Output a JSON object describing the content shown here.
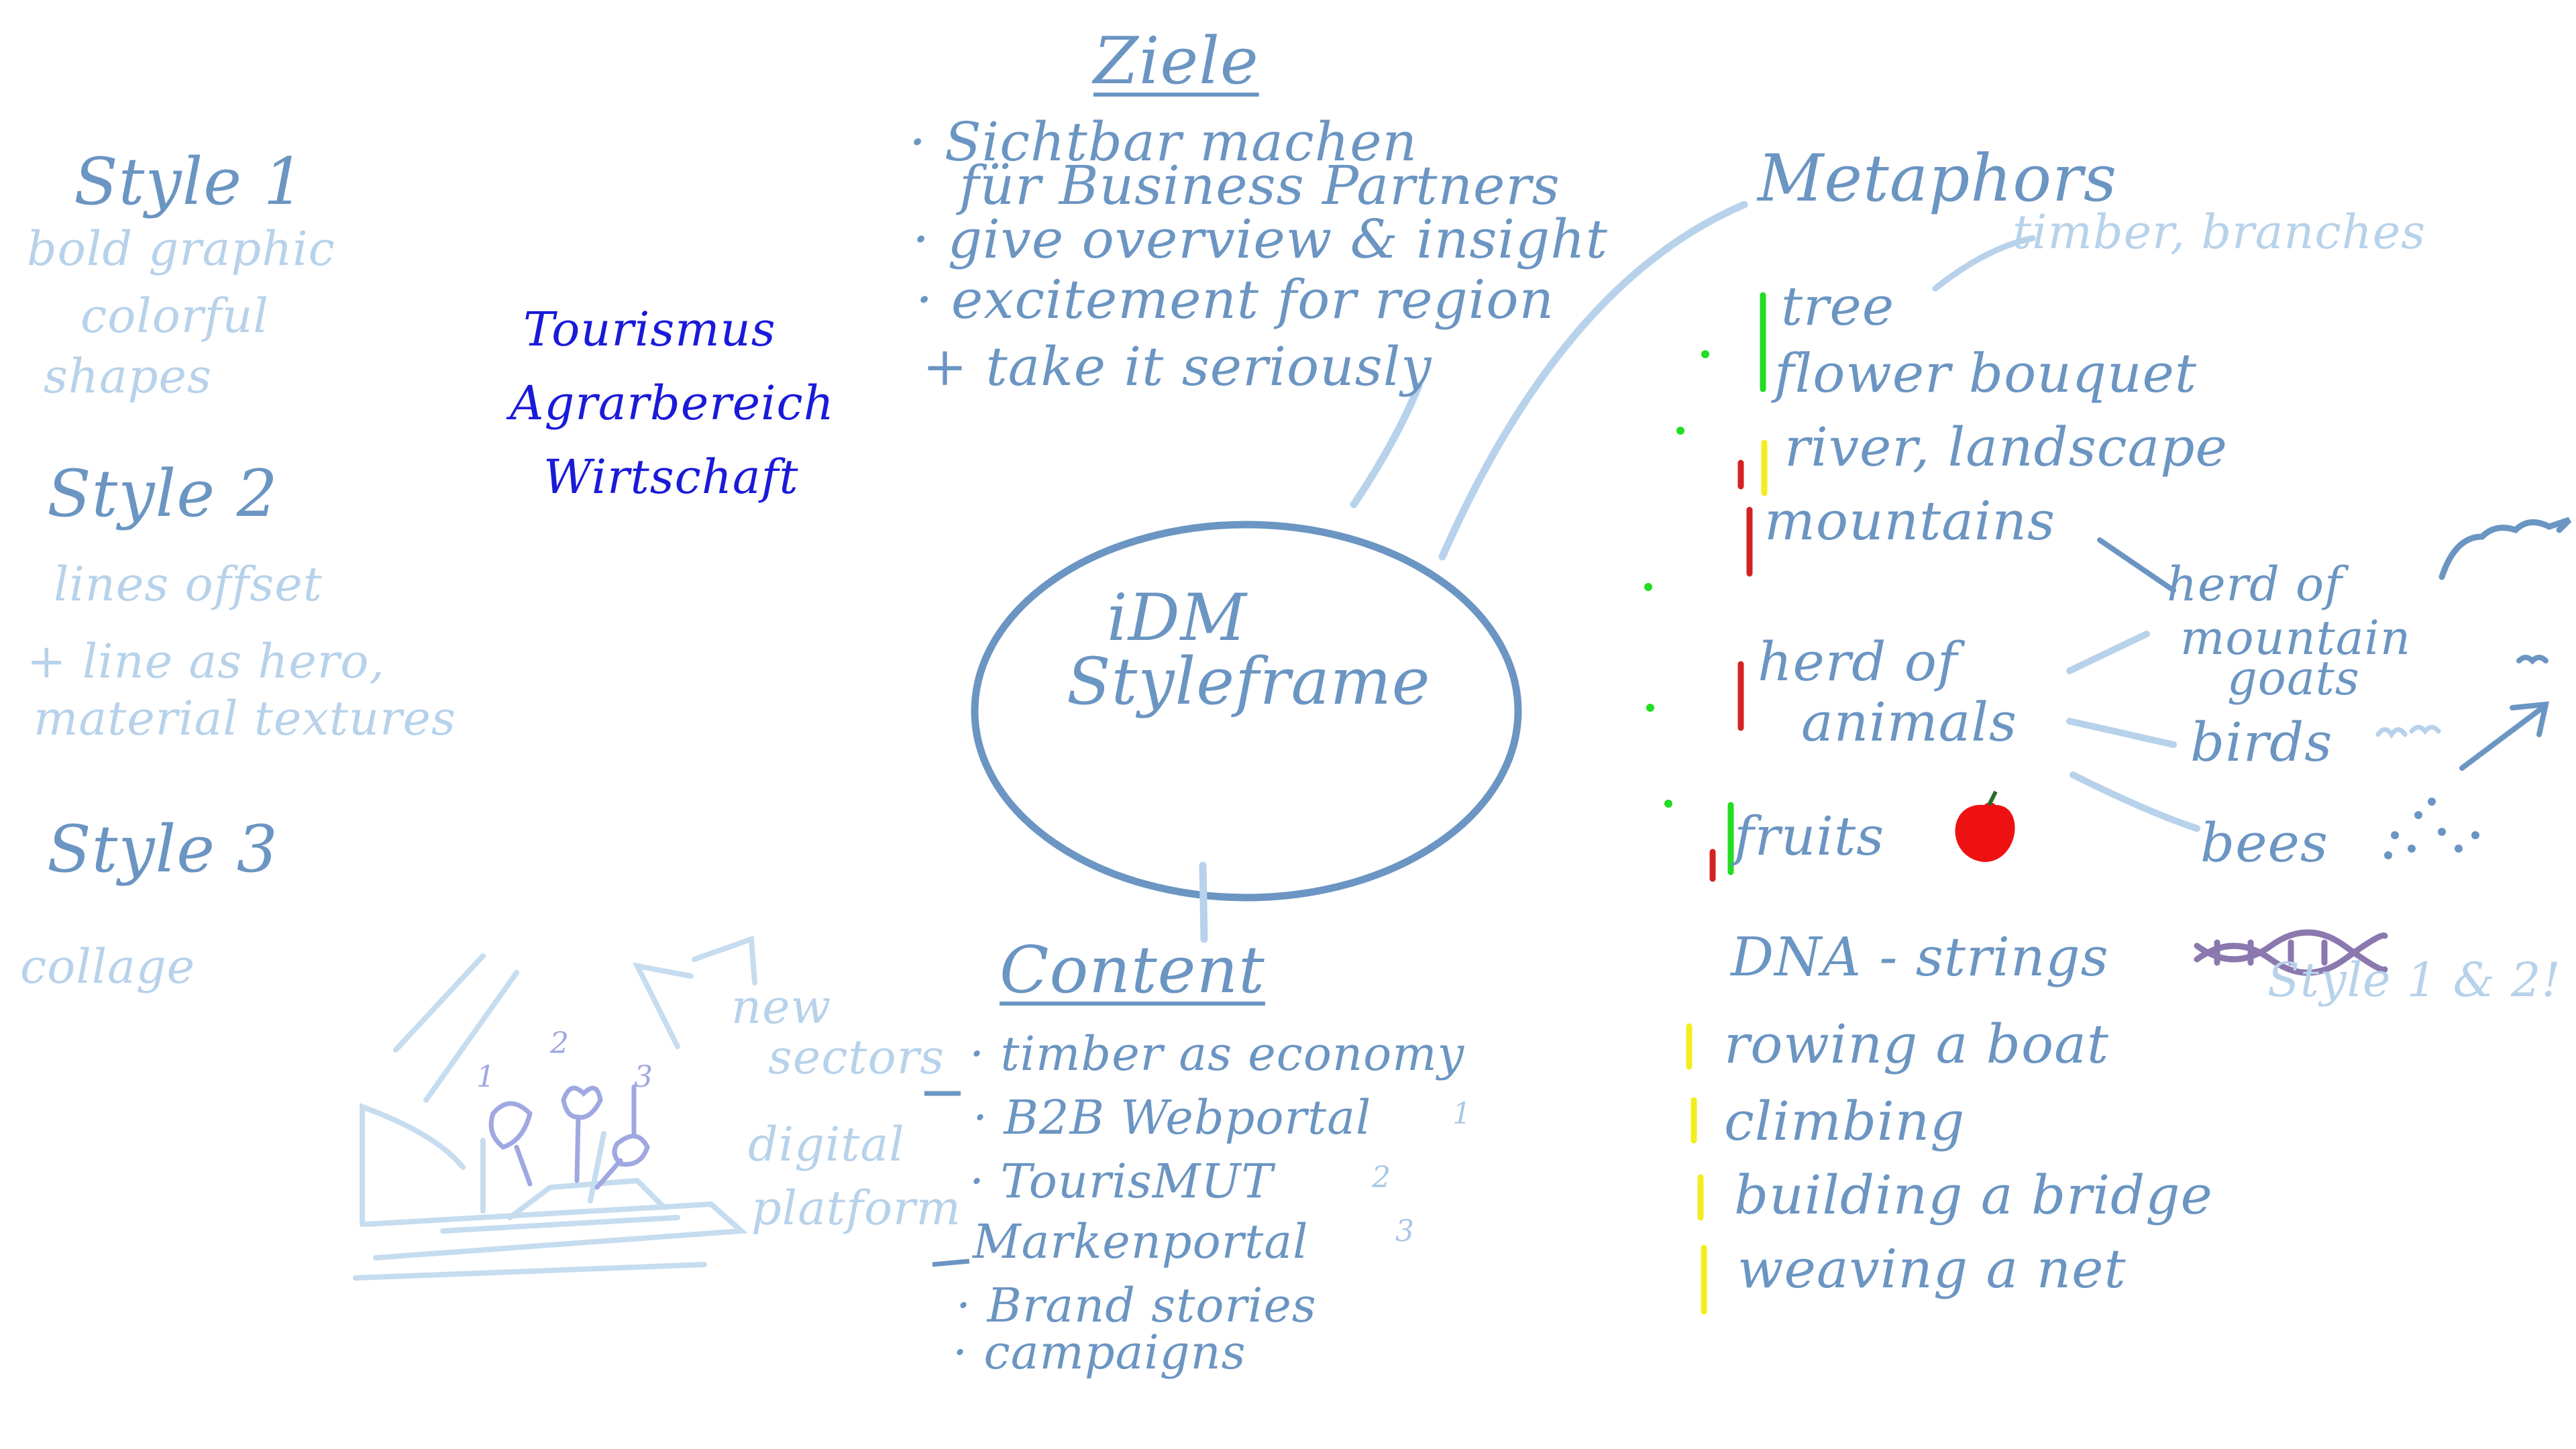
{
  "center": {
    "line1": "iDM",
    "line2": "Styleframe"
  },
  "styles": [
    {
      "title": "Style 1",
      "notes": [
        "bold graphic",
        "colorful",
        "shapes"
      ]
    },
    {
      "title": "Style 2",
      "notes": [
        "lines offset",
        "+ line as hero,",
        "material textures"
      ]
    },
    {
      "title": "Style 3",
      "notes": [
        "collage"
      ]
    }
  ],
  "sectors": [
    "Tourismus",
    "Agrarbereich",
    "Wirtschaft"
  ],
  "ziele": {
    "heading": "Ziele",
    "items": [
      "· Sichtbar machen",
      "für Business Partners",
      "· give overview & insight",
      "· excitement for region",
      "+ take it seriously"
    ]
  },
  "content": {
    "heading": "Content",
    "items": [
      "· timber as economy",
      "· B2B Webportal",
      "· TourisMUT",
      "Markenportal",
      "· Brand stories",
      "· campaigns"
    ],
    "numbers": [
      "1",
      "2",
      "3"
    ],
    "side_notes": [
      "new",
      "sectors",
      "digital",
      "platform"
    ],
    "sketch_numbers": [
      "1",
      "2",
      "3"
    ]
  },
  "metaphors": {
    "heading": "Metaphors",
    "note": "timber, branches",
    "items": [
      "tree",
      "flower bouquet",
      "river, landscape",
      "mountains",
      "herd of",
      "animals",
      "fruits",
      "DNA - strings",
      "rowing a boat",
      "climbing",
      "building a bridge",
      "weaving a net"
    ],
    "sub_items": [
      "herd of",
      "mountain",
      "goats",
      "birds",
      "bees"
    ],
    "style_note": "Style 1 & 2!"
  },
  "colors": {
    "ink": "#6b95c2",
    "light_ink": "#b7d2ea",
    "sector_ink": "#1a1ad9",
    "marker_green": "#22dd22",
    "marker_yellow": "#f2ee1e",
    "marker_red": "#d42222",
    "fruit_red": "#ee1111",
    "dna_purple": "#8a78ae"
  }
}
